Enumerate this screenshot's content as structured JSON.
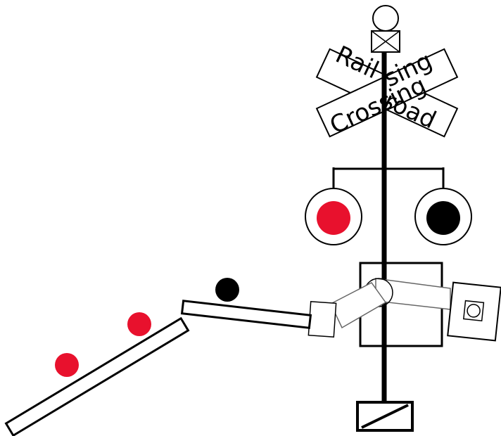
{
  "sign": {
    "word_top": "Rail",
    "word_bottom": "Crossing",
    "word_right_top": "sing",
    "word_right_bottom": "road"
  },
  "lights": [
    {
      "name": "left-signal-lamp",
      "state": "on",
      "color": "#e8112d"
    },
    {
      "name": "right-signal-lamp",
      "state": "off",
      "color": "#000000"
    }
  ],
  "balls": [
    {
      "name": "red-ball-lower",
      "color": "#e8112d"
    },
    {
      "name": "red-ball-upper",
      "color": "#e8112d"
    },
    {
      "name": "black-ball",
      "color": "#000000"
    }
  ],
  "colors": {
    "ink": "#000000",
    "lamp_on": "#e8112d",
    "lamp_off": "#000000",
    "background": "#ffffff",
    "linkage": "#888888"
  }
}
